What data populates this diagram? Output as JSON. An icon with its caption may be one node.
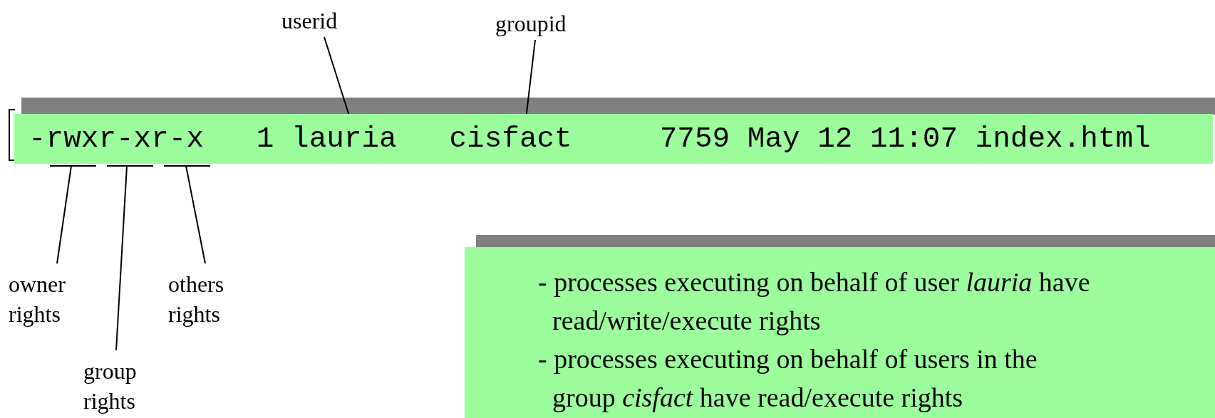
{
  "diagram": {
    "nodes": [
      {
        "text": [
          "userid"
        ]
      },
      {
        "text": [
          "groupid"
        ]
      },
      {
        "text": [
          "-rwxr-xr-x   1 lauria   cisfact     7759 May 12 11:07 index.html"
        ]
      },
      {
        "text": [
          "owner rights"
        ]
      },
      {
        "text": [
          "others rights"
        ]
      },
      {
        "text": [
          "group rights"
        ]
      },
      {
        "text": [
          "- processes executing on behalf of user  *lauria* have read/write/execute rights",
          "- processes executing on behalf of users in the group *cisfact* have read/execute rights"
        ]
      }
    ],
    "edges": [
      {
        "from": 0,
        "to": 2,
        "arrow": "none"
      },
      {
        "from": 1,
        "to": 2,
        "arrow": "none"
      },
      {
        "from": 3,
        "to": 2,
        "arrow": "none"
      },
      {
        "from": 4,
        "to": 2,
        "arrow": "none"
      },
      {
        "from": 5,
        "to": 2,
        "arrow": "none"
      }
    ]
  }
}
